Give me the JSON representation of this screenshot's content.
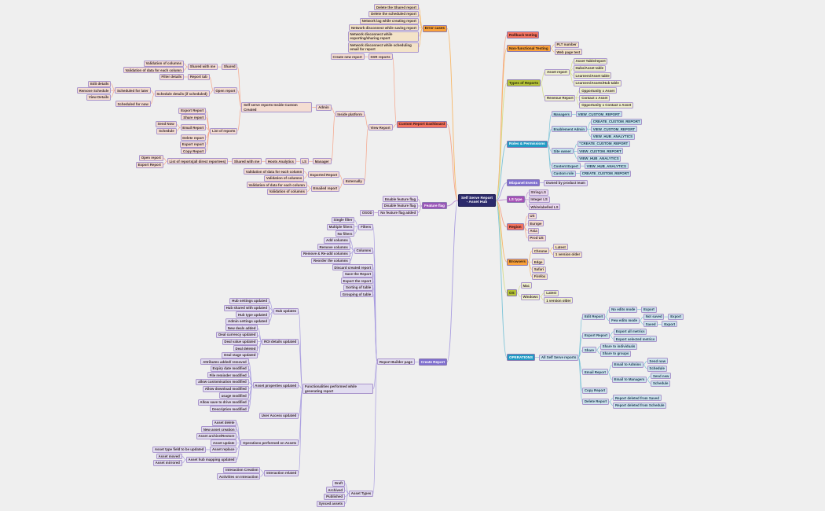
{
  "mindmap": {
    "root": "Self Serve Report - Asset Hub",
    "err": {
      "label": "Error cases",
      "e1": "Delete the Shared report",
      "e2": "Delete the scheduled report",
      "e3": "Network lag while creating report",
      "e4": "Network disconnect while saving report",
      "e5": "Network disconnect while exporting/sharing report",
      "e6": "Network disconnect while scheduling email for report"
    },
    "crd": {
      "label": "Custom Report Dashboard",
      "ssr": "SSR reports",
      "cnr": "Create new report",
      "view": "View Report",
      "inside": "Inside platform",
      "ext": "Externally",
      "admin": "Admin",
      "ssic": "Self serve reports Inside Custom Created",
      "shared": "Shared",
      "swm1": "Shared with me",
      "voc1": "Validation of columns",
      "vod1": "Validation of data for each column",
      "open1": "Open report",
      "rtab": "Report tab",
      "filt": "Filter details",
      "sched": "Schedule details (if scheduled)",
      "sfl": "Scheduled for later",
      "edit": "Edit details",
      "rem": "Remove Schedule",
      "vdet": "View Details",
      "sfn": "Scheduled for now",
      "lor": "List of reports",
      "exr1": "Export Report",
      "shr": "Share report",
      "emr": "Email Report",
      "sendnow": "Send Now",
      "sch": "Schedule",
      "del": "Delete report",
      "exr2": "Export report",
      "copy": "Copy Report",
      "mgr": "Manager",
      "ls": "LS",
      "hoots": "Hoots Analytics",
      "swm2": "Shared with me",
      "lorall": "List of reports(all direct reportees)",
      "open2": "Open report",
      "exr3": "Export Report",
      "expd": "Exported Report",
      "vod2": "Validation of data for each column",
      "voc2": "Validation of columns",
      "emld": "Emailed report",
      "vod3": "Validation of data for each column",
      "voc3": "Validation of columns"
    },
    "ff": {
      "label": "Feature flag",
      "en": "Enable feature flag",
      "dis": "Disable feature flag",
      "none": "No feature flag added",
      "osod": "OSOD"
    },
    "cr": {
      "label": "Create Report",
      "rbp": "Report Builder page",
      "filters": "Filters",
      "single": "Single filter",
      "multi": "Multiple filters",
      "nof": "No filters",
      "columns": "Columns",
      "add": "Add columns",
      "remove": "Remove columns",
      "readd": "Remove & Re-add columns",
      "reorder": "Reorder the columns",
      "discard": "Discard created report",
      "save": "Save the Report",
      "export": "Export the report",
      "sort": "Sorting of table",
      "group": "Grouping of table",
      "func": "Functionalities performed while generating report",
      "hub": "Hub updates",
      "hsu": "Hub settings updated",
      "hsw": "Hub shared with updated",
      "htu": "Hub type updated",
      "asu": "Admin settings updated",
      "roi": "ROI details updated",
      "nda": "New deals added",
      "dcu": "Deal currency updated",
      "dvu": "Deal value updated",
      "dd": "Deal deleted",
      "dsu": "Deal stage updated",
      "apu": "Asset properties updated",
      "attr": "Attributes added/ removed",
      "exp": "Expiry date modified",
      "frm": "File reminder modified",
      "acm": "allow customisation modified",
      "adm": "Allow download modified",
      "usage": "usage modified",
      "asd": "Allow save to drive modified",
      "desc": "Description modified",
      "uau": "User Access updated",
      "ops": "Operations performed on Assets",
      "adel": "Asset delete",
      "nac": "New asset creation",
      "aar": "Asset archive/Restore",
      "aupd": "Asset update",
      "arep": "Asset replace",
      "atf": "Asset type field to be updated",
      "ahm": "Asset hub mapping updated",
      "amov": "Asset moved",
      "amir": "Asset mirrored",
      "ir": "Interaction related",
      "ic": "Interaction Creation",
      "aoi": "Activities on Interaction",
      "at": "Asset Types",
      "draft": "Draft",
      "arch": "Archived",
      "pub": "Published",
      "sync": "Synced assets"
    },
    "rb": {
      "label": "Rollback testing"
    },
    "nft": {
      "label": "Non-functional Testing",
      "plt": "PLT number",
      "wpt": "Web page test"
    },
    "tor": {
      "label": "Types of Reports",
      "ar": "Asset report",
      "at": "Asset Table/report",
      "hat": "Hubs/Asset table",
      "lat": "Learners/Asset table",
      "lah": "Learners/Assets/Hub table",
      "rr": "Revenue Report",
      "oa": "Opportunity x Asset",
      "ca": "Contact x Asset",
      "oca": "Opportunity x Contact x Asset"
    },
    "rp": {
      "label": "Roles & Permissions",
      "mgr": "Managers",
      "m1": "VIEW_CUSTOM_REPORT",
      "ea": "Enablement Admin",
      "ea1": "CREATE_CUSTOM_REPORT",
      "ea2": "VIEW_CUSTOM_REPORT",
      "ea3": "VIEW_HUB_ANALYTICS",
      "so": "Site owner",
      "so1": "\"CREATE_CUSTOM_REPORT",
      "so2": "VIEW_CUSTOM_REPORT",
      "so3": "VIEW_HUB_ANALYTICS",
      "ce": "Content Expert",
      "ce1": "VIEW_HUB_ANALYTICS",
      "cr": "Custom role",
      "cr1": "CREATE_CUSTOM_REPORT"
    },
    "mix": {
      "label": "Mixpanel Events",
      "own": "Owned by product team"
    },
    "ls": {
      "label": "LS type",
      "s": "String LS",
      "i": "Integer LS",
      "w": "Whitelabelled LS"
    },
    "reg": {
      "label": "Region",
      "us": "US",
      "eu": "Europe",
      "asia": "Asia",
      "prod": "Prod US"
    },
    "br": {
      "label": "Browsers",
      "chrome": "Chrome",
      "latest": "Latest",
      "older": "1 version older",
      "edge": "Edge",
      "safari": "Safari",
      "firefox": "Firefox"
    },
    "os": {
      "label": "OS",
      "mac": "Mac",
      "win": "Windows",
      "latest": "Latest",
      "older": "1 version older"
    },
    "op": {
      "label": "OPERATIONS",
      "all": "All Self Serve reports",
      "edit": "Edit Report",
      "nem": "No edits mode",
      "nemx": "Export",
      "fem": "Few edits mode",
      "ns": "Not saved",
      "nsx": "Export",
      "sv": "Saved",
      "svx": "Export",
      "exr": "Export Report",
      "eam": "Export all metrics",
      "esm": "Export selected metrics",
      "share": "Share",
      "sti": "Share to individuals",
      "stg": "Share to groups",
      "email": "Email Report",
      "eta": "Email to Admins",
      "sn1": "Send now",
      "sc1": "Schedule",
      "etm": "Email to Managers",
      "sn2": "Send new",
      "sc2": "Schedule",
      "copy": "Copy Report",
      "dr": "Delete Report",
      "rds": "Report deleted from Saved",
      "rdsc": "Report deleted from Schedule"
    }
  },
  "colors": {
    "err": {
      "head": "#f9a13a",
      "child": "#f3e3c8",
      "line": "#f7b86a",
      "text": "#2a1a10"
    },
    "crd": {
      "head": "#f4735f",
      "child": "#f4ddd2",
      "line": "#f5a58a",
      "text": "#2a1010"
    },
    "ff": {
      "head": "#9a55b8",
      "child": "#e6dcee",
      "line": "#b88ad0",
      "text": "#ffffff"
    },
    "cr": {
      "head": "#7f6fcf",
      "child": "#e2ddf0",
      "line": "#a99de0",
      "text": "#ffffff"
    },
    "rb": {
      "head": "#f4735f",
      "child": "#f4ddd2",
      "line": "#f5a58a",
      "text": "#2a1010"
    },
    "nft": {
      "head": "#f9a13a",
      "child": "#f3e3c8",
      "line": "#f7b86a",
      "text": "#2a1a10"
    },
    "tor": {
      "head": "#b5c335",
      "child": "#eef0cc",
      "line": "#d4dc8a",
      "text": "#2a2a10"
    },
    "rp": {
      "head": "#1f9bc4",
      "child": "#c4e2ea",
      "line": "#7cc4d8",
      "text": "#ffffff"
    },
    "mix": {
      "head": "#7f6fcf",
      "child": "#e2ddf0",
      "line": "#a99de0",
      "text": "#ffffff"
    },
    "ls": {
      "head": "#a54fb5",
      "child": "#ead8ee",
      "line": "#c08ad0",
      "text": "#ffffff"
    },
    "reg": {
      "head": "#f4735f",
      "child": "#f4ddd2",
      "line": "#f5a58a",
      "text": "#2a1010"
    },
    "br": {
      "head": "#f9a13a",
      "child": "#f3e3c8",
      "line": "#f7b86a",
      "text": "#2a1a10"
    },
    "os": {
      "head": "#b5c335",
      "child": "#eef0cc",
      "line": "#d4dc8a",
      "text": "#2a2a10"
    },
    "op": {
      "head": "#1f9bc4",
      "child": "#cfe4ec",
      "line": "#7cc4d8",
      "text": "#ffffff"
    }
  }
}
